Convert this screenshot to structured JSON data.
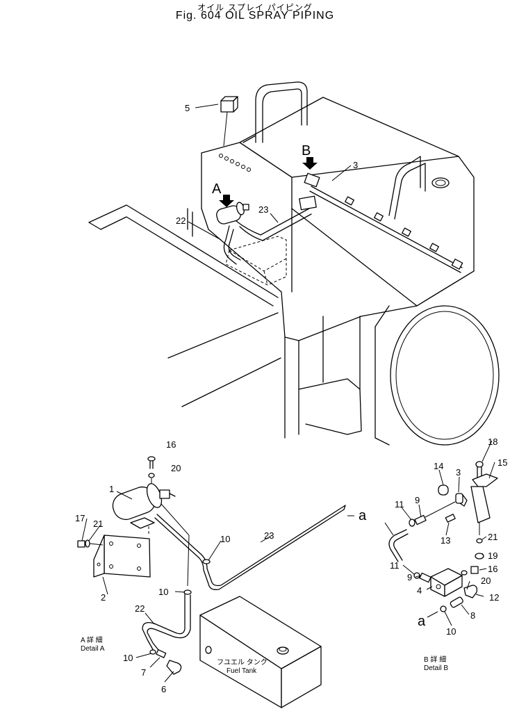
{
  "title_jp": "オイル スプレイ パイピング",
  "title_en": "Fig. 604 OIL SPRAY PIPING",
  "view_letters": [
    "A",
    "B"
  ],
  "connector_letter": "a",
  "part_numbers": {
    "main": [
      "5",
      "3",
      "22",
      "23"
    ],
    "detail_a": [
      "16",
      "20",
      "1",
      "17",
      "21",
      "2",
      "10",
      "23",
      "10",
      "22",
      "10",
      "7",
      "6"
    ],
    "detail_b": [
      "18",
      "15",
      "14",
      "3",
      "11",
      "9",
      "13",
      "21",
      "19",
      "16",
      "11",
      "9",
      "4",
      "20",
      "12",
      "8",
      "10"
    ]
  },
  "detail_a_caption_jp": "A 詳 細",
  "detail_a_caption_en": "Detail A",
  "detail_b_caption_jp": "B 詳 細",
  "detail_b_caption_en": "Detail B",
  "fuel_tank_jp": "フユエル タンク",
  "fuel_tank_en": "Fuel Tank"
}
